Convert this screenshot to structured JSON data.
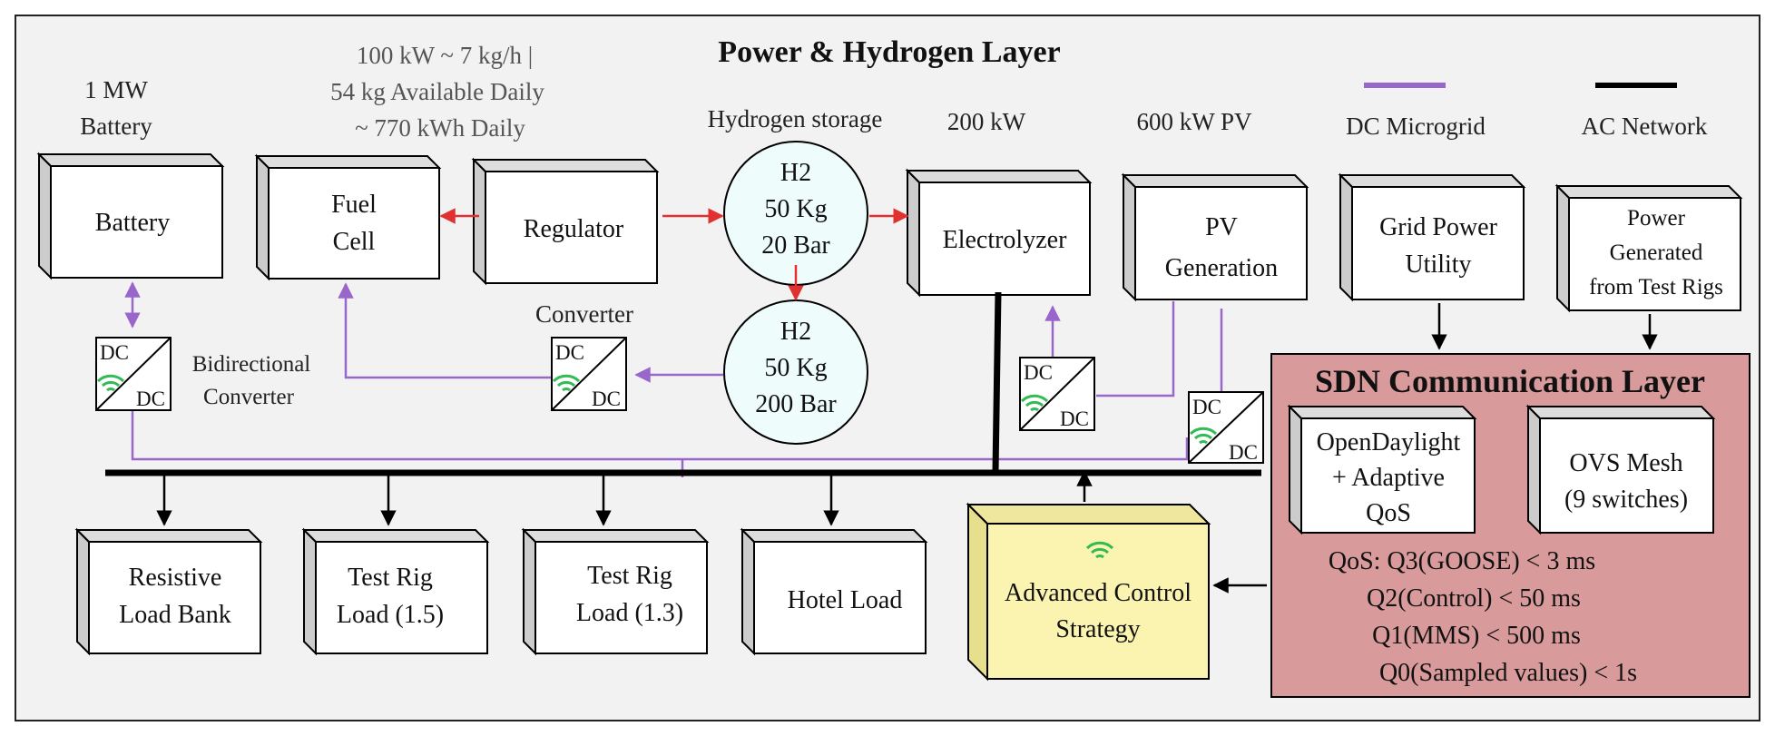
{
  "title": "Power & Hydrogen Layer",
  "annotations": {
    "battery_rating_1": "1 MW",
    "battery_rating_2": "Battery",
    "fc_rating_1": "100 kW ~ 7 kg/h |",
    "fc_rating_2": "54 kg Available Daily",
    "fc_rating_3": "~ 770 kWh Daily",
    "h2_storage": "Hydrogen  storage",
    "electrolyzer_rating": "200 kW",
    "pv_rating": "600 kW  PV",
    "converter_label": "Converter",
    "bidir_1": "Bidirectional",
    "bidir_2": "Converter"
  },
  "legend": {
    "dc_label": "DC Microgrid",
    "dc_color": "#9966cc",
    "ac_label": "AC Network",
    "ac_color": "#000000"
  },
  "boxes": {
    "battery": [
      "Battery"
    ],
    "fuel_cell": [
      "Fuel",
      "Cell"
    ],
    "regulator": [
      "Regulator"
    ],
    "electrolyzer": [
      "Electrolyzer"
    ],
    "pv": [
      "PV",
      "Generation"
    ],
    "grid": [
      "Grid Power",
      "Utility"
    ],
    "test_rig_power": [
      "Power",
      "Generated",
      "from Test Rigs"
    ],
    "resistive": [
      "Resistive",
      "Load Bank"
    ],
    "test_rig_15": [
      "Test Rig",
      "Load (1.5)"
    ],
    "test_rig_13": [
      "Test Rig",
      "Load (1.3)"
    ],
    "hotel": [
      "Hotel Load"
    ],
    "control": [
      "Advanced Control",
      "Strategy"
    ],
    "odl": [
      "OpenDaylight",
      "+ Adaptive",
      "QoS"
    ],
    "ovs": [
      "OVS Mesh",
      "(9 switches)"
    ]
  },
  "tanks": {
    "tank1": [
      "H2",
      "50 Kg",
      "20 Bar"
    ],
    "tank2": [
      "H2",
      "50 Kg",
      "200 Bar"
    ]
  },
  "converter_text": {
    "top": "DC",
    "bottom": "DC"
  },
  "sdn": {
    "title": "SDN Communication Layer",
    "fill": "#d89a9a",
    "qos": [
      "QoS: Q3(GOOSE) < 3 ms",
      "Q2(Control) < 50 ms",
      "Q1(MMS) < 500 ms",
      "Q0(Sampled values) < 1s"
    ]
  },
  "colors": {
    "power_arrow": "#e03030",
    "dc_line": "#9966cc",
    "tank_fill": "#eefcfc",
    "control_fill": "#faf4b0",
    "panel_bg": "#f2f2f2"
  }
}
